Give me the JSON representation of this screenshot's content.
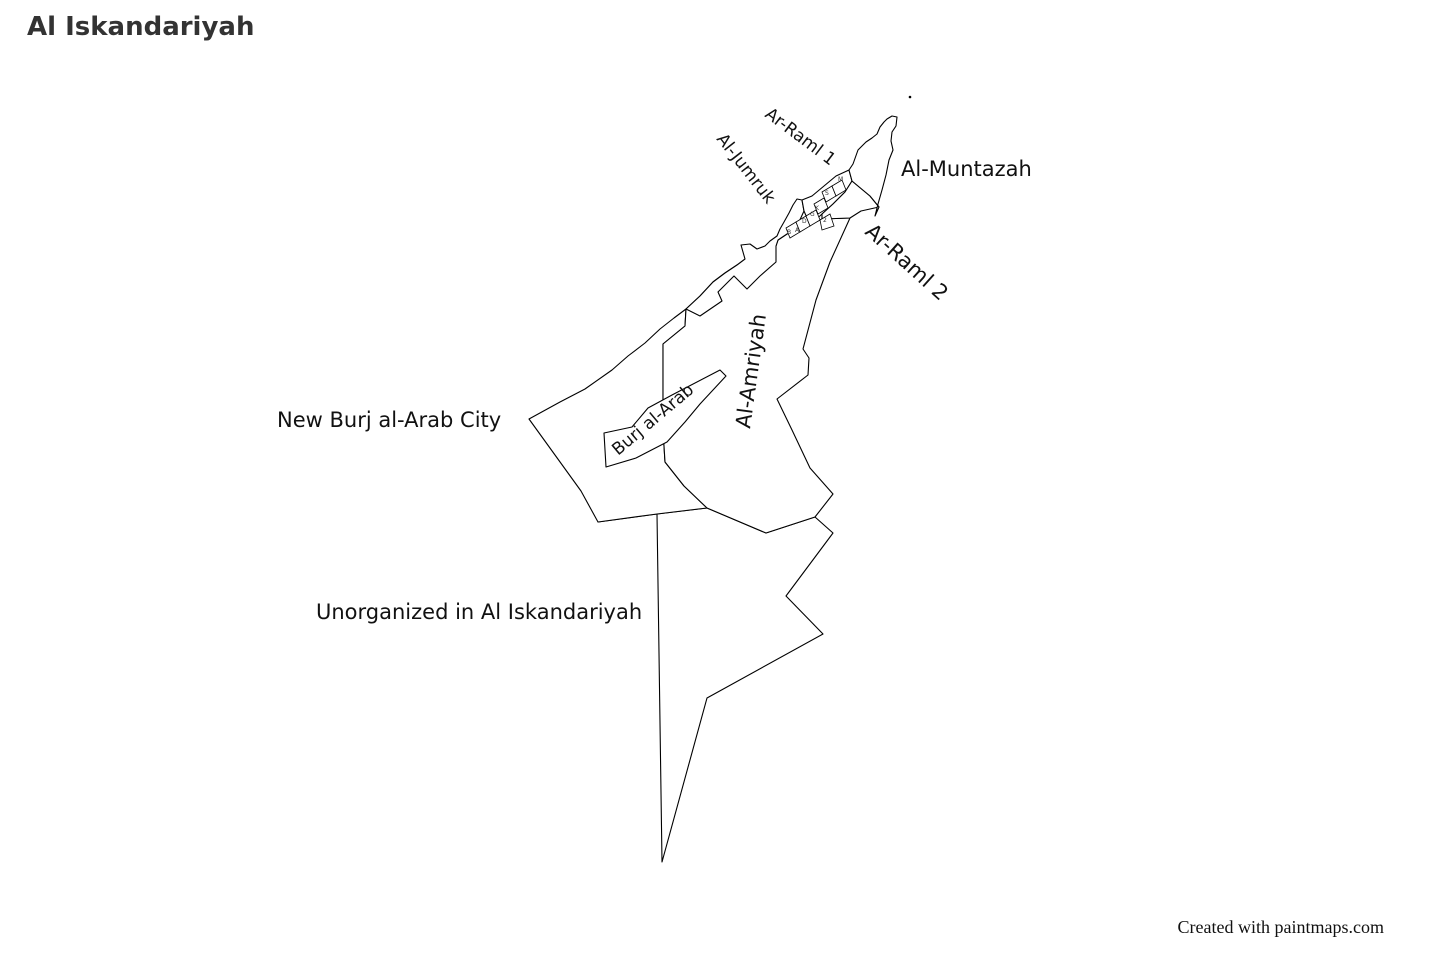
{
  "title": "Al Iskandariyah",
  "credit": "Created with paintmaps.com",
  "colors": {
    "title": "#333333",
    "region_fill": "#ffffff",
    "region_stroke": "#000000"
  },
  "regions": {
    "al_muntazah": "Al-Muntazah",
    "ar_raml_1": "Ar-Raml 1",
    "ar_raml_2": "Ar-Raml 2",
    "al_jumruk": "Al-Jumruk",
    "al_amriyah": "Al-Amriyah",
    "burj_al_arab": "Burj al-Arab",
    "new_burj_al_arab_city": "New Burj al-Arab City",
    "unorganized": "Unorganized in Al Iskandariyah"
  },
  "small_district_marks": [
    "B",
    "M",
    "S",
    "A",
    "D",
    "G",
    "K",
    "2"
  ]
}
